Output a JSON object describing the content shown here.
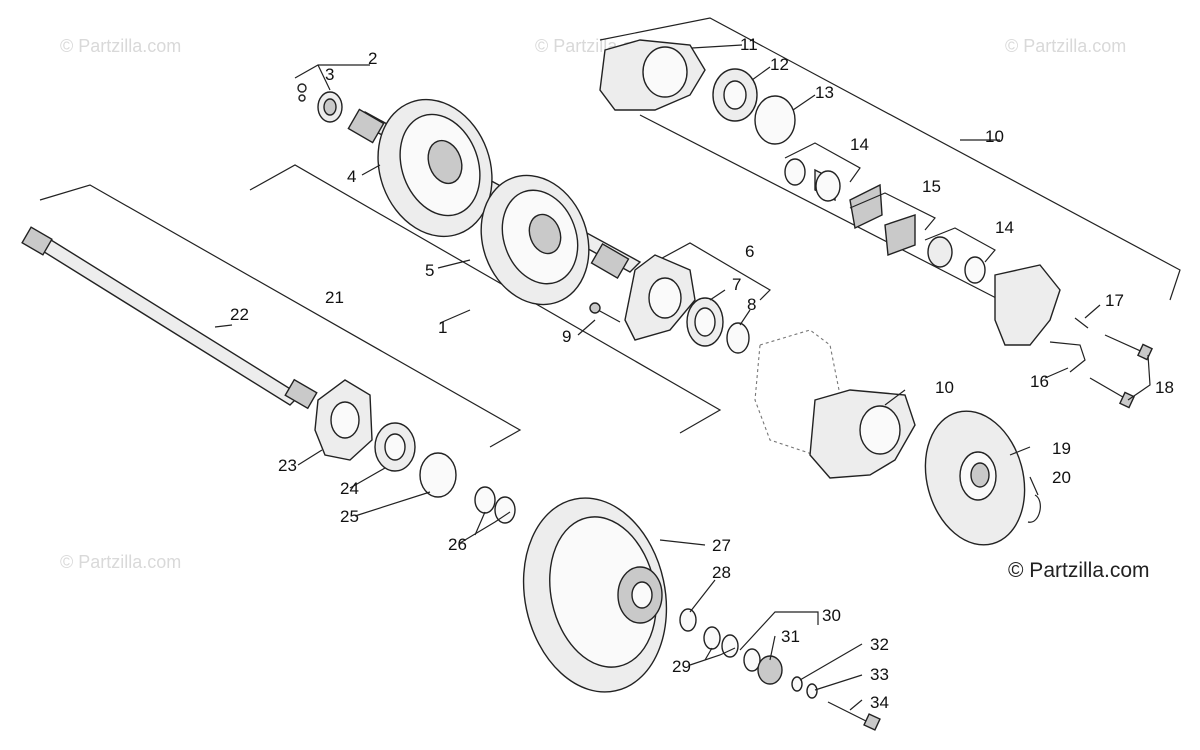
{
  "watermark": "© Partzilla.com",
  "brand": "© Partzilla.com",
  "callouts": {
    "c1": "1",
    "c2": "2",
    "c3": "3",
    "c4": "4",
    "c5": "5",
    "c6": "6",
    "c7": "7",
    "c8": "8",
    "c9": "9",
    "c10a": "10",
    "c10b": "10",
    "c11": "11",
    "c12": "12",
    "c13": "13",
    "c14a": "14",
    "c14b": "14",
    "c15": "15",
    "c16": "16",
    "c17": "17",
    "c18": "18",
    "c19": "19",
    "c20": "20",
    "c21": "21",
    "c22": "22",
    "c23": "23",
    "c24": "24",
    "c25": "25",
    "c26": "26",
    "c27": "27",
    "c28": "28",
    "c29": "29",
    "c30": "30",
    "c31": "31",
    "c32": "32",
    "c33": "33",
    "c34": "34"
  }
}
